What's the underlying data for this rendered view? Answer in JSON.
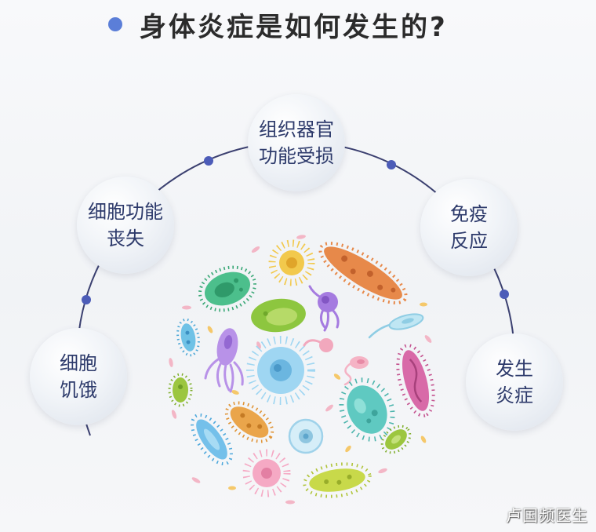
{
  "title": "身体炎症是如何发生的?",
  "stages": [
    {
      "line1": "细胞",
      "line2": "饥饿"
    },
    {
      "line1": "细胞功能",
      "line2": "丧失"
    },
    {
      "line1": "组织器官",
      "line2": "功能受损"
    },
    {
      "line1": "免疫",
      "line2": "反应"
    },
    {
      "line1": "发生",
      "line2": "炎症"
    }
  ],
  "watermark": "卢国频医生",
  "colors": {
    "accent": "#5b7ed8",
    "arc": "#3b4070",
    "arc_dot": "#4c5cb8",
    "stage_text": "#2d3a6b"
  },
  "icons": {
    "bullet": "bullet-dot-icon",
    "cluster": "microbe-cluster-icon"
  }
}
